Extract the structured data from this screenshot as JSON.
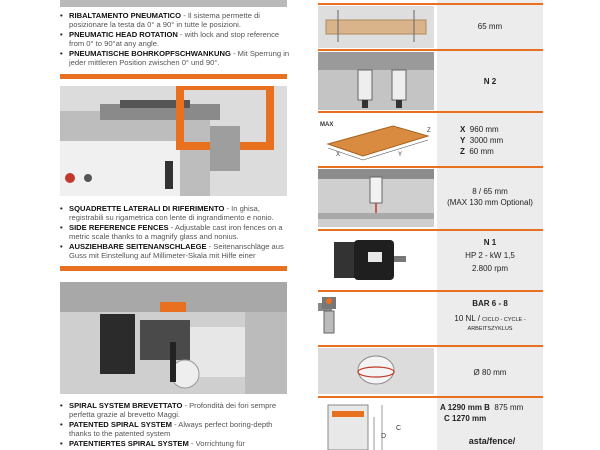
{
  "features": [
    {
      "it_title": "RIBALTAMENTO PNEUMATICO",
      "it_text": " - Il sistema permette di posizionare la testa da 0° a 90° in tutte le posizioni.",
      "en_title": "PNEUMATIC HEAD ROTATION",
      "en_text": " - with lock and stop reference from 0° to 90°at any angle.",
      "de_title": "PNEUMATISCHE BOHRKOPFSCHWANKUNG",
      "de_text": " - Mit Sperrung in jeder mittleren Position zwischen 0° und 90°."
    },
    {
      "it_title": "SQUADRETTE LATERALI DI RIFERIMENTO",
      "it_text": " - In ghisa, registrabili su rigametrica con lente di ingrandimento e nonio.",
      "en_title": "SIDE REFERENCE FENCES",
      "en_text": " - Adjustable cast iron fences on a metric scale thanks to a magnify glass and nonius.",
      "de_title": "AUSZIEHBARE SEITENANSCHLAEGE",
      "de_text": " - Seitenanschläge aus Guss mit Einstellung auf Millimeter-Skala mit Hilfe einer"
    },
    {
      "it_title": "SPIRAL SYSTEM BREVETTATO",
      "it_text": " - Profondità dei fori sempre perfetta grazie al brevetto Maggi.",
      "en_title": "PATENTED SPIRAL SYSTEM",
      "en_text": " - Always perfect boring-depth thanks to the patented system",
      "de_title": "PATENTIERTES SPIRAL SYSTEM",
      "de_text": " - Vorrichtung für"
    }
  ],
  "specs": {
    "s1": "65 mm",
    "s2": "N 2",
    "s3_max": "MAX",
    "s3_x_lbl": "X",
    "s3_x": "960 mm",
    "s3_y_lbl": "Y",
    "s3_y": "3000 mm",
    "s3_z_lbl": "Z",
    "s3_z": "60 mm",
    "s3_ax_x": "X",
    "s3_ax_y": "Y",
    "s3_ax_z": "Z",
    "s4_a": "8 / 65 mm",
    "s4_b": "(MAX 130 mm Optional)",
    "s5_a": "N 1",
    "s5_b": "HP 2 - kW 1,5",
    "s5_c": "2.800 rpm",
    "s6_a": "BAR 6 - 8",
    "s6_b": "10 NL /",
    "s6_c": "CICLO - CYCLE -",
    "s6_d": "ARBEITSZYKLUS",
    "s7": "Ø 80 mm",
    "s8_a": "A 1290 mm B",
    "s8_b": "875 mm",
    "s8_c": "C 1270 mm",
    "s8_d": "asta/fence/",
    "s8_dim_c": "C",
    "s8_dim_d": "D"
  },
  "colors": {
    "accent": "#e8701f",
    "spec_bg": "#ececec"
  }
}
